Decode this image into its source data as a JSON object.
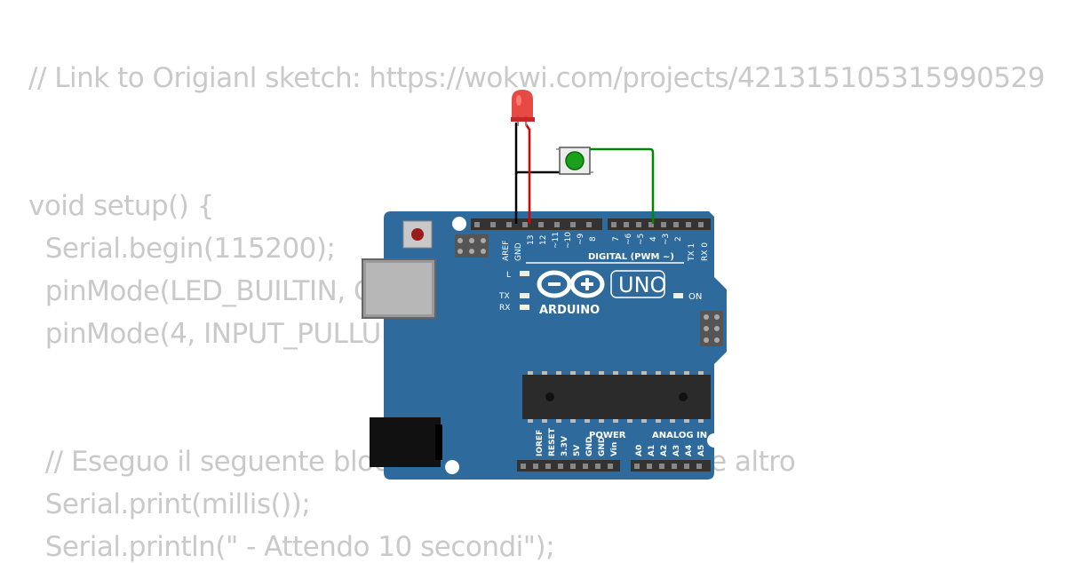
{
  "code": {
    "lines": [
      "// Link to Origianl sketch: https://wokwi.com/projects/421315105315990529",
      "",
      "",
      "void setup() {",
      "  Serial.begin(115200);",
      "  pinMode(LED_BUILTIN, OUTPUT);",
      "  pinMode(4, INPUT_PULLUP);",
      "",
      "",
      "  // Eseguo il seguente blocco di codice prima di fare altro",
      "  Serial.print(millis());",
      "  Serial.println(\" - Attendo 10 secondi\");"
    ]
  },
  "board": {
    "name": "UNO",
    "brand": "ARDUINO",
    "digital_header_label": "DIGITAL (PWM ~)",
    "power_label": "POWER",
    "analog_label": "ANALOG IN",
    "on_label": "ON",
    "l_label": "L",
    "tx_label": "TX",
    "rx_label": "RX",
    "top_pins_left": [
      "AREF",
      "GND",
      "13",
      "12",
      "~11",
      "~10",
      "~9",
      "8"
    ],
    "top_pins_right": [
      "7",
      "~6",
      "~5",
      "4",
      "~3",
      "2",
      "TX 1",
      "RX 0"
    ],
    "power_pins": [
      "IOREF",
      "RESET",
      "3.3V",
      "5V",
      "GND",
      "GND",
      "Vin"
    ],
    "analog_pins": [
      "A0",
      "A1",
      "A2",
      "A3",
      "A4",
      "A5"
    ],
    "color": "#2e6a9c"
  },
  "components": {
    "led_color": "#e53935",
    "button_color": "#1aa01a",
    "wire_colors": {
      "gnd": "#000000",
      "led": "#e00000",
      "button": "#008800"
    }
  }
}
